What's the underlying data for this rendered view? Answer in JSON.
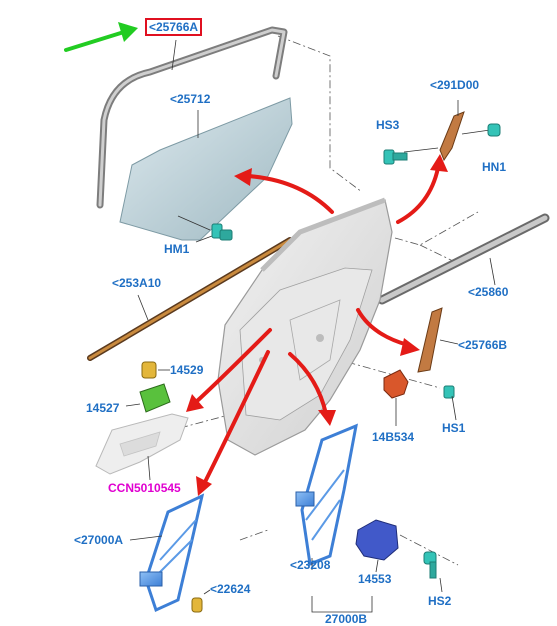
{
  "colors": {
    "label": "#1f6fc4",
    "label_highlight": "#e000d0",
    "callout_arrow": "#e41b17",
    "pointer_arrow": "#22cc22",
    "highlight_box": "#e01020"
  },
  "labels": {
    "window_run": "<25766A",
    "glass": "<25712",
    "glass_bolt": "HM1",
    "belt_inner": "<253A10",
    "belt_outer": "<25860",
    "hinge_bracket": "<291D00",
    "screw_hs3": "HS3",
    "screw_hn1": "HN1",
    "applique": "<25766B",
    "latch_screw": "HS1",
    "latch": "14B534",
    "switch_clip": "14529",
    "switch": "14527",
    "switch_bezel": "CCN5010545",
    "regulator": "<27000A",
    "regulator_bracket": "<22624",
    "regulator_track": "<23208",
    "motor": "14553",
    "motor_screw": "HS2",
    "bottom_group": "27000B"
  },
  "icons": {
    "pointer": "green-arrow-icon",
    "callouts": "red-curved-arrow-icon"
  }
}
